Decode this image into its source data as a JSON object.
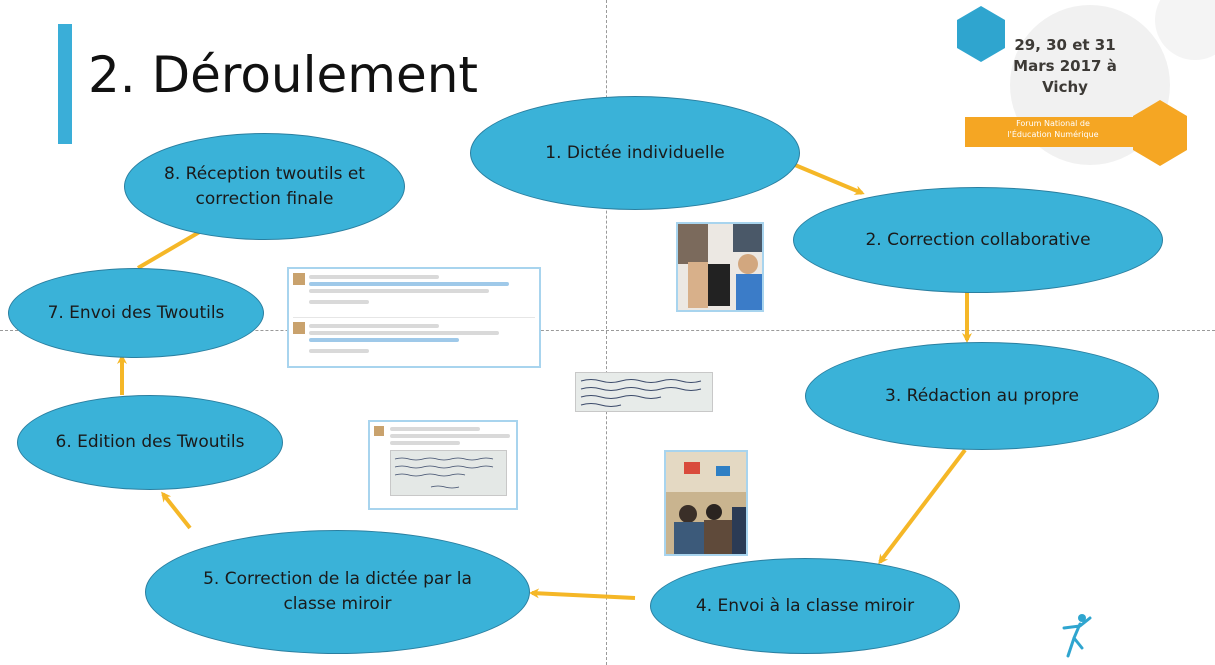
{
  "slide": {
    "title": "2. Déroulement"
  },
  "logo": {
    "dates": "29, 30 et 31",
    "month": "Mars 2017 à",
    "city": "Vichy",
    "forum_line1": "Forum National de",
    "forum_line2": "l'Éducation Numérique"
  },
  "colors": {
    "node_fill": "#3ab2d8",
    "arrow": "#f5b727",
    "title_accent": "#3aaed8",
    "logo_blue": "#2fa5cf",
    "logo_orange": "#f5a623"
  },
  "nodes": [
    {
      "id": "n1",
      "label": "1. Dictée individuelle"
    },
    {
      "id": "n2",
      "label": "2. Correction collaborative"
    },
    {
      "id": "n3",
      "label": "3. Rédaction au propre"
    },
    {
      "id": "n4",
      "label": "4. Envoi à la classe miroir"
    },
    {
      "id": "n5",
      "label": "5. Correction de la dictée par la classe miroir"
    },
    {
      "id": "n6",
      "label": "6. Edition des Twoutils"
    },
    {
      "id": "n7",
      "label": "7. Envoi des Twoutils"
    },
    {
      "id": "n8",
      "label": "8. Réception twoutils et correction finale"
    }
  ],
  "images": [
    {
      "name": "classroom-photo-1",
      "alt": "Photo: élèves avec une tablette"
    },
    {
      "name": "tweets-screenshot",
      "alt": "Capture de tweets"
    },
    {
      "name": "handwritten-note",
      "alt": "Texte manuscrit"
    },
    {
      "name": "tweet-with-dictation",
      "alt": "Tweet avec dictée manuscrite"
    },
    {
      "name": "classroom-photo-2",
      "alt": "Photo: salle de classe"
    }
  ],
  "logo_mark_icon": "stick-figure-icon"
}
